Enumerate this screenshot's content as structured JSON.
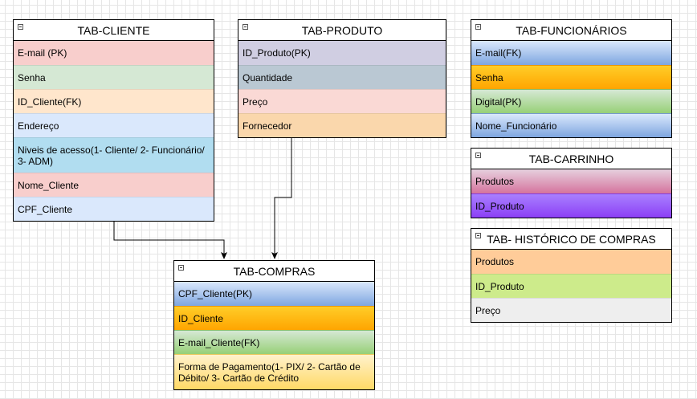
{
  "tables": [
    {
      "id": "cliente",
      "title": "TAB-CLIENTE",
      "rows": [
        {
          "label": "E-mail (PK)",
          "bg": "#f8cecc"
        },
        {
          "label": "Senha",
          "bg": "#d5e8d4"
        },
        {
          "label": "ID_Cliente(FK)",
          "bg": "#ffe6cc"
        },
        {
          "label": "Endereço",
          "bg": "#dae8fc"
        },
        {
          "label": "Niveis de acesso(1- Cliente/ 2- Funcionário/ 3- ADM)",
          "bg": "#b1ddf0",
          "tall": true
        },
        {
          "label": "Nome_Cliente",
          "bg": "#f8cecc"
        },
        {
          "label": "CPF_Cliente",
          "bg": "#dae8fc"
        }
      ]
    },
    {
      "id": "produto",
      "title": "TAB-PRODUTO",
      "rows": [
        {
          "label": "ID_Produto(PK)",
          "bg": "#d0cee2"
        },
        {
          "label": "Quantidade",
          "bg": "#bac8d3"
        },
        {
          "label": "Preço",
          "bg": "#fad9d5"
        },
        {
          "label": "Fornecedor",
          "bg": "#fad7ac"
        }
      ]
    },
    {
      "id": "funcionarios",
      "title": "TAB-FUNCIONÁRIOS",
      "rows": [
        {
          "label": "E-mail(FK)",
          "bg": "#dae8fc",
          "bg2": "#7ea6e0"
        },
        {
          "label": "Senha",
          "bg": "#ffcd28",
          "bg2": "#ffa500"
        },
        {
          "label": "Digital(PK)",
          "bg": "#d5e8d4",
          "bg2": "#97d077"
        },
        {
          "label": "Nome_Funcionário",
          "bg": "#dae8fc",
          "bg2": "#7ea6e0"
        }
      ]
    },
    {
      "id": "carrinho",
      "title": "TAB-CARRINHO",
      "rows": [
        {
          "label": "Produtos",
          "bg": "#e6d0de",
          "bg2": "#d5739d"
        },
        {
          "label": "ID_Produto",
          "bg": "#a980ff",
          "bg2": "#8c3ff5"
        }
      ]
    },
    {
      "id": "historico",
      "title": "TAB- HISTÓRICO DE COMPRAS",
      "rows": [
        {
          "label": "Produtos",
          "bg": "#ffcc99"
        },
        {
          "label": "ID_Produto",
          "bg": "#cdeb8b"
        },
        {
          "label": "Preço",
          "bg": "#eeeeee"
        }
      ]
    },
    {
      "id": "compras",
      "title": "TAB-COMPRAS",
      "rows": [
        {
          "label": "CPF_Cliente(PK)",
          "bg": "#dae8fc",
          "bg2": "#7ea6e0"
        },
        {
          "label": "ID_Cliente",
          "bg": "#ffcd28",
          "bg2": "#ffa500"
        },
        {
          "label": "E-mail_Cliente(FK)",
          "bg": "#d5e8d4",
          "bg2": "#97d077"
        },
        {
          "label": "Forma de Pagamento(1- PIX/ 2- Cartão de Débito/ 3- Cartão de Crédito",
          "bg": "#fff2cc",
          "bg2": "#ffd966",
          "tall": true
        }
      ]
    }
  ],
  "relations": [
    {
      "from": "cliente",
      "to": "compras"
    },
    {
      "from": "produto",
      "to": "compras"
    }
  ]
}
